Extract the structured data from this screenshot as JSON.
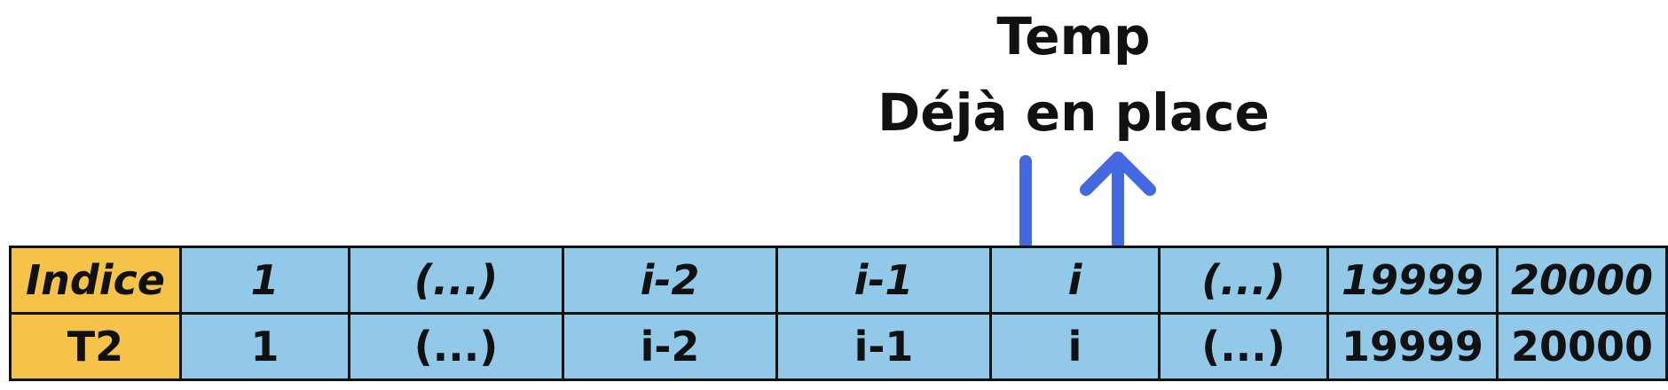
{
  "captions": {
    "line1": "Temp",
    "line2": "Déjà en place"
  },
  "table": {
    "rows": [
      {
        "header": "Indice",
        "cells": [
          "1",
          "(...)",
          "i-2",
          "i-1",
          "i",
          "(...)",
          "19999",
          "20000"
        ]
      },
      {
        "header": "T2",
        "cells": [
          "1",
          "(...)",
          "i-2",
          "i-1",
          "i",
          "(...)",
          "19999",
          "20000"
        ]
      }
    ]
  },
  "colors": {
    "header_fill": "#f5c24a",
    "cell_fill": "#93c9e8",
    "arrow": "#4468e0",
    "border": "#111111"
  },
  "icons": [
    "arrow-down-icon",
    "arrow-up-icon"
  ]
}
